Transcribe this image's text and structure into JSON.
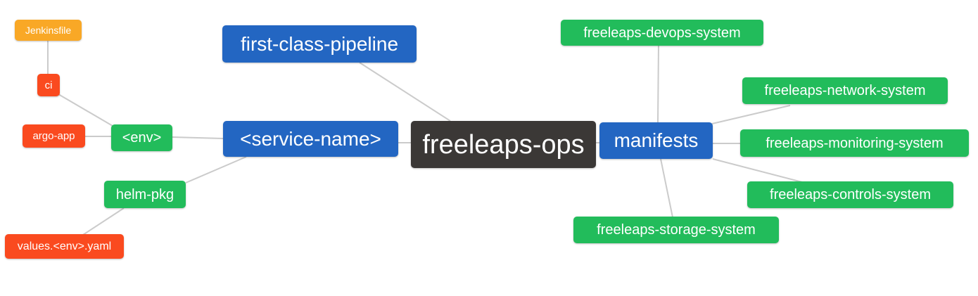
{
  "diagram": {
    "type": "mindmap",
    "root_label": "freeleaps-ops"
  },
  "palette": {
    "blue": "#2366c2",
    "green": "#22bc5b",
    "red_orange": "#fa4a1f",
    "amber": "#f9a826",
    "dark": "#3b3836",
    "edge_line": "#cbcbcb",
    "background": "#ffffff",
    "node_text": "#ffffff"
  },
  "nodes": {
    "jenkinsfile": {
      "label": "Jenkinsfile"
    },
    "ci": {
      "label": "ci"
    },
    "argo_app": {
      "label": "argo-app"
    },
    "env": {
      "label": "<env>"
    },
    "helm_pkg": {
      "label": "helm-pkg"
    },
    "values_yaml": {
      "label": "values.<env>.yaml"
    },
    "first_class_pipeline": {
      "label": "first-class-pipeline"
    },
    "service_name": {
      "label": "<service-name>"
    },
    "freeleaps_ops": {
      "label": "freeleaps-ops"
    },
    "manifests": {
      "label": "manifests"
    },
    "devops_system": {
      "label": "freeleaps-devops-system"
    },
    "network_system": {
      "label": "freeleaps-network-system"
    },
    "monitoring_system": {
      "label": "freeleaps-monitoring-system"
    },
    "controls_system": {
      "label": "freeleaps-controls-system"
    },
    "storage_system": {
      "label": "freeleaps-storage-system"
    }
  },
  "hierarchy": {
    "freeleaps-ops": [
      "first-class-pipeline",
      "<service-name>",
      "manifests"
    ],
    "<service-name>": [
      "<env>",
      "helm-pkg"
    ],
    "<env>": [
      "ci",
      "argo-app"
    ],
    "ci": [
      "Jenkinsfile"
    ],
    "helm-pkg": [
      "values.<env>.yaml"
    ],
    "manifests": [
      "freeleaps-devops-system",
      "freeleaps-network-system",
      "freeleaps-monitoring-system",
      "freeleaps-controls-system",
      "freeleaps-storage-system"
    ]
  },
  "edges": [
    {
      "from": "ci",
      "to": "Jenkinsfile"
    },
    {
      "from": "<env>",
      "to": "ci"
    },
    {
      "from": "<env>",
      "to": "argo-app"
    },
    {
      "from": "<service-name>",
      "to": "<env>"
    },
    {
      "from": "<service-name>",
      "to": "helm-pkg"
    },
    {
      "from": "helm-pkg",
      "to": "values.<env>.yaml"
    },
    {
      "from": "freeleaps-ops",
      "to": "first-class-pipeline"
    },
    {
      "from": "freeleaps-ops",
      "to": "<service-name>"
    },
    {
      "from": "freeleaps-ops",
      "to": "manifests"
    },
    {
      "from": "manifests",
      "to": "freeleaps-devops-system"
    },
    {
      "from": "manifests",
      "to": "freeleaps-network-system"
    },
    {
      "from": "manifests",
      "to": "freeleaps-monitoring-system"
    },
    {
      "from": "manifests",
      "to": "freeleaps-controls-system"
    },
    {
      "from": "manifests",
      "to": "freeleaps-storage-system"
    }
  ]
}
